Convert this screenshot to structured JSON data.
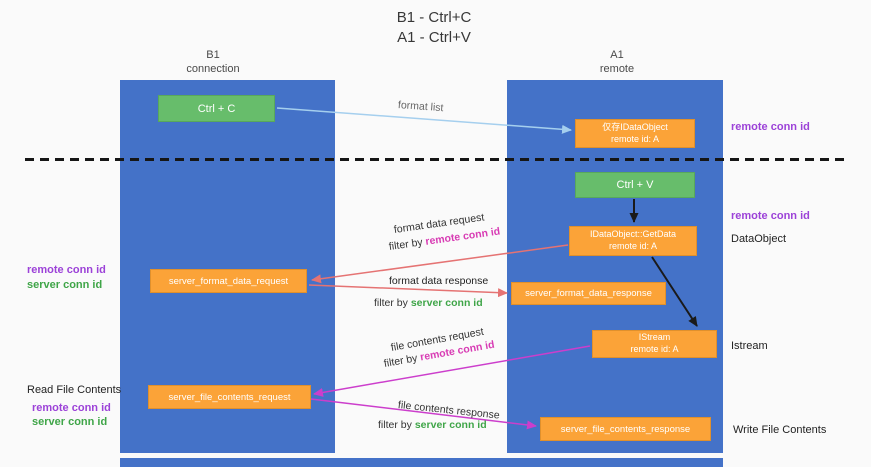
{
  "title": {
    "line1": "B1 - Ctrl+C",
    "line2": "A1 - Ctrl+V"
  },
  "lanes": {
    "left": {
      "name": "B1",
      "role": "connection"
    },
    "right": {
      "name": "A1",
      "role": "remote"
    }
  },
  "nodes": {
    "ctrl_c": {
      "label": "Ctrl + C"
    },
    "ctrl_v": {
      "label": "Ctrl + V"
    },
    "cached_dataobject": {
      "title": "仅存IDataObject",
      "subtitle": "remote id: A"
    },
    "getdata": {
      "title": "IDataObject::GetData",
      "subtitle": "remote id: A"
    },
    "istream": {
      "title": "IStream",
      "subtitle": "remote id: A"
    },
    "server_format_data_request": {
      "label": "server_format_data_request"
    },
    "server_format_data_response": {
      "label": "server_format_data_response"
    },
    "server_file_contents_request": {
      "label": "server_file_contents_request"
    },
    "server_file_contents_response": {
      "label": "server_file_contents_response"
    }
  },
  "edges": {
    "format_list": {
      "label": "format list"
    },
    "format_data_request": {
      "label": "format data request",
      "filter_prefix": "filter by",
      "filter_key": "remote conn id"
    },
    "format_data_response": {
      "label": "format data response",
      "filter_prefix": "filter by",
      "filter_key": "server conn id"
    },
    "file_contents_request": {
      "label": "file contents request",
      "filter_prefix": "filter by",
      "filter_key": "remote conn id"
    },
    "file_contents_response": {
      "label": "file contents response",
      "filter_prefix": "filter by",
      "filter_key": "server conn id"
    }
  },
  "side_labels": {
    "right_top_conn_id": "remote conn id",
    "right_mid_conn_id": "remote conn id",
    "dataobject": "DataObject",
    "istream": "Istream",
    "write_file_contents": "Write File Contents",
    "left_top_remote": "remote conn id",
    "left_top_server": "server conn id",
    "read_file_contents": "Read File Contents",
    "left_bottom_remote": "remote conn id",
    "left_bottom_server": "server conn id"
  },
  "colors": {
    "lane_blue": "#4472C8",
    "node_green": "#67BD6B",
    "node_orange": "#FBA338",
    "arrow_blue": "#A5CFEE",
    "arrow_red": "#E57373",
    "arrow_magenta": "#CC3ECC",
    "arrow_black": "#1A1A1A",
    "text_purple": "#9C42D8",
    "text_green": "#3FA548",
    "text_pink": "#D83CB4"
  }
}
